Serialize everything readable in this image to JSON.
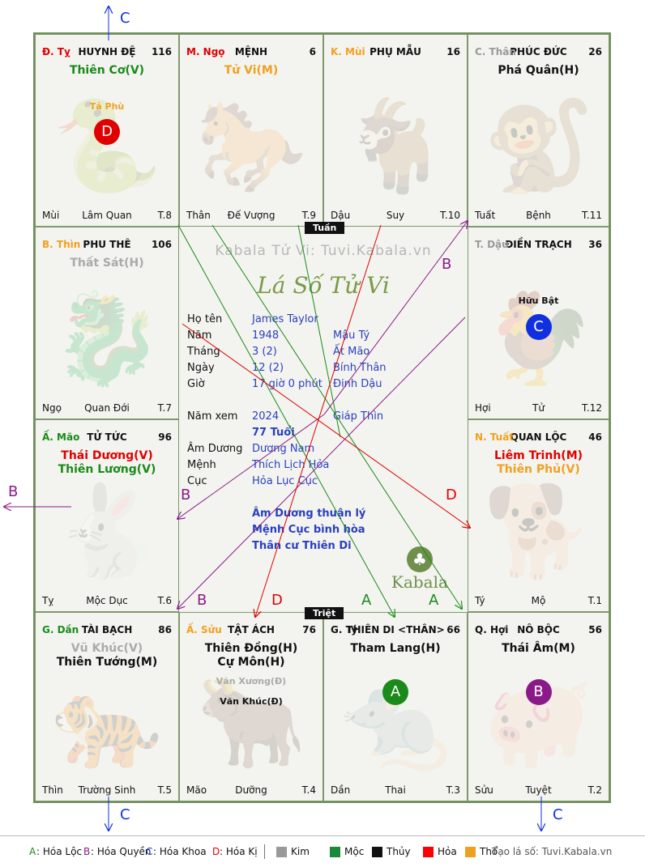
{
  "cells": [
    {
      "id": "ty",
      "can_chi": "Đ. Tỵ",
      "cc_color": "#e00000",
      "palace": "HUYNH ĐỆ",
      "number": "116",
      "main": [
        {
          "t": "Thiên Cơ(V)",
          "c": "#1a8a1a"
        }
      ],
      "minor": [
        {
          "t": "Tả Phù",
          "c": "#f0a020"
        }
      ],
      "badge": {
        "t": "D",
        "c": "#e00000"
      },
      "foot_l": "Mùi",
      "foot_c": "Lâm Quan",
      "foot_r": "T.8",
      "wm": "🐍"
    },
    {
      "id": "ngo",
      "can_chi": "M. Ngọ",
      "cc_color": "#e00000",
      "palace": "MỆNH",
      "number": "6",
      "main": [
        {
          "t": "Tử Vi(M)",
          "c": "#f0a020"
        }
      ],
      "minor": [],
      "badge": null,
      "foot_l": "Thân",
      "foot_c": "Đế Vượng",
      "foot_r": "T.9",
      "wm": "🐎"
    },
    {
      "id": "mui",
      "can_chi": "K. Mùi",
      "cc_color": "#f0a020",
      "palace": "PHỤ MẪU",
      "number": "16",
      "main": [],
      "minor": [],
      "badge": null,
      "foot_l": "Dậu",
      "foot_c": "Suy",
      "foot_r": "T.10",
      "wm": "🐐"
    },
    {
      "id": "than",
      "can_chi": "C. Thân",
      "cc_color": "#999999",
      "palace": "PHÚC ĐỨC",
      "number": "26",
      "main": [
        {
          "t": "Phá Quân(H)",
          "c": "#111111"
        }
      ],
      "minor": [],
      "badge": null,
      "foot_l": "Tuất",
      "foot_c": "Bệnh",
      "foot_r": "T.11",
      "wm": "🐒"
    },
    {
      "id": "thin",
      "can_chi": "B. Thìn",
      "cc_color": "#f0a020",
      "palace": "PHU THÊ",
      "number": "106",
      "main": [
        {
          "t": "Thất Sát(H)",
          "c": "#aaaaaa"
        }
      ],
      "minor": [],
      "badge": null,
      "foot_l": "Ngọ",
      "foot_c": "Quan Đới",
      "foot_r": "T.7",
      "wm": "🐉"
    },
    {
      "id": "dau",
      "can_chi": "T. Dậu",
      "cc_color": "#999999",
      "palace": "ĐIỀN TRẠCH",
      "number": "36",
      "main": [],
      "minor": [
        {
          "t": "Hữu Bật",
          "c": "#111111"
        }
      ],
      "badge": {
        "t": "C",
        "c": "#1030e0"
      },
      "foot_l": "Hợi",
      "foot_c": "Tử",
      "foot_r": "T.12",
      "wm": "🐓"
    },
    {
      "id": "mao",
      "can_chi": "Ấ. Mão",
      "cc_color": "#1a8a1a",
      "palace": "TỬ TỨC",
      "number": "96",
      "main": [
        {
          "t": "Thái Dương(V)",
          "c": "#e00000"
        },
        {
          "t": "Thiên Lương(V)",
          "c": "#1a8a1a"
        }
      ],
      "minor": [],
      "badge": null,
      "foot_l": "Tỵ",
      "foot_c": "Mộc Dục",
      "foot_r": "T.6",
      "wm": "🐇"
    },
    {
      "id": "tuat",
      "can_chi": "N. Tuất",
      "cc_color": "#f0a020",
      "palace": "QUAN LỘC",
      "number": "46",
      "main": [
        {
          "t": "Liêm Trinh(M)",
          "c": "#e00000"
        },
        {
          "t": "Thiên Phủ(V)",
          "c": "#f0a020"
        }
      ],
      "minor": [],
      "badge": null,
      "foot_l": "Tý",
      "foot_c": "Mộ",
      "foot_r": "T.1",
      "wm": "🐕"
    },
    {
      "id": "dan",
      "can_chi": "G. Dần",
      "cc_color": "#1a8a1a",
      "palace": "TÀI BẠCH",
      "number": "86",
      "main": [
        {
          "t": "Vũ Khúc(V)",
          "c": "#aaaaaa"
        },
        {
          "t": "Thiên Tướng(M)",
          "c": "#111111"
        }
      ],
      "minor": [],
      "badge": null,
      "foot_l": "Thìn",
      "foot_c": "Trường Sinh",
      "foot_r": "T.5",
      "wm": "🐅"
    },
    {
      "id": "suu",
      "can_chi": "Ấ. Sửu",
      "cc_color": "#f0a020",
      "palace": "TẬT ÁCH",
      "number": "76",
      "main": [
        {
          "t": "Thiên Đồng(H)",
          "c": "#111111"
        },
        {
          "t": "Cự Môn(H)",
          "c": "#111111"
        }
      ],
      "minor": [
        {
          "t": "Văn Xương(Đ)",
          "c": "#aaaaaa"
        },
        {
          "t": "Văn Khúc(Đ)",
          "c": "#111111"
        }
      ],
      "badge": null,
      "foot_l": "Mão",
      "foot_c": "Dưỡng",
      "foot_r": "T.4",
      "wm": "🐂"
    },
    {
      "id": "tys",
      "can_chi": "G. Tý",
      "cc_color": "#111111",
      "palace": "THIÊN DI <THÂN>",
      "number": "66",
      "main": [
        {
          "t": "Tham Lang(H)",
          "c": "#111111"
        }
      ],
      "minor": [],
      "badge": {
        "t": "A",
        "c": "#1a8a1a"
      },
      "foot_l": "Dần",
      "foot_c": "Thai",
      "foot_r": "T.3",
      "wm": "🐀"
    },
    {
      "id": "hoi",
      "can_chi": "Q. Hợi",
      "cc_color": "#111111",
      "palace": "NÔ BỘC",
      "number": "56",
      "main": [
        {
          "t": "Thái Âm(M)",
          "c": "#111111"
        }
      ],
      "minor": [],
      "badge": {
        "t": "B",
        "c": "#8a1a8a"
      },
      "foot_l": "Sửu",
      "foot_c": "Tuyệt",
      "foot_r": "T.2",
      "wm": "🐖"
    }
  ],
  "center": {
    "site_title": "Kabala Tử Vi: Tuvi.Kabala.vn",
    "logo_text": "Lá Số Tử Vi",
    "info": [
      {
        "label": "Họ tên",
        "v1": "James Taylor",
        "v2": ""
      },
      {
        "label": "Năm",
        "v1": "1948",
        "v2": "Mậu Tý"
      },
      {
        "label": "Tháng",
        "v1": "3  (2)",
        "v2": "Ất Mão"
      },
      {
        "label": "Ngày",
        "v1": "12  (2)",
        "v2": "Bính Thân"
      },
      {
        "label": "Giờ",
        "v1": "17 giờ 0 phút",
        "v2": "Đinh Dậu"
      },
      {
        "label": "Năm xem",
        "v1": "2024",
        "v2": "Giáp Thìn"
      },
      {
        "label": "",
        "v1": "77 Tuổi",
        "v2": ""
      },
      {
        "label": "Âm Dương",
        "v1": "Dương Nam",
        "v2": ""
      },
      {
        "label": "Mệnh",
        "v1": "Thích Lịch Hỏa",
        "v2": ""
      },
      {
        "label": "Cục",
        "v1": "Hỏa Lục Cục",
        "v2": ""
      }
    ],
    "remarks": [
      "Âm Dương thuận lý",
      "Mệnh Cục bình hòa",
      "Thân cư Thiên Di"
    ],
    "brand": "Kabala",
    "brand_icon": "tree-icon"
  },
  "tags": {
    "tuan": "Tuần",
    "triet": "Triệt"
  },
  "arrow_labels": {
    "c": "C",
    "b": "B",
    "d": "D",
    "a": "A"
  },
  "legend": {
    "hoa": [
      {
        "k": "A",
        "t": ": Hóa Lộc",
        "c": "#1a8a1a"
      },
      {
        "k": "B",
        "t": ": Hóa Quyền",
        "c": "#8a1a8a"
      },
      {
        "k": "C",
        "t": ": Hóa Khoa",
        "c": "#1030e0"
      },
      {
        "k": "D",
        "t": ": Hóa Kị",
        "c": "#e00000"
      }
    ],
    "elements": [
      {
        "t": "Kim",
        "c": "#999999"
      },
      {
        "t": "Mộc",
        "c": "#1a8a3a"
      },
      {
        "t": "Thủy",
        "c": "#111111"
      },
      {
        "t": "Hỏa",
        "c": "#ff0000"
      },
      {
        "t": "Thổ",
        "c": "#f0a020"
      }
    ],
    "site": "Tạo lá số: Tuvi.Kabala.vn"
  },
  "colors": {
    "green": "#1a8a1a",
    "purple": "#8a1a8a",
    "blue": "#1030e0",
    "red": "#e00000",
    "border": "#7d9a6a"
  }
}
